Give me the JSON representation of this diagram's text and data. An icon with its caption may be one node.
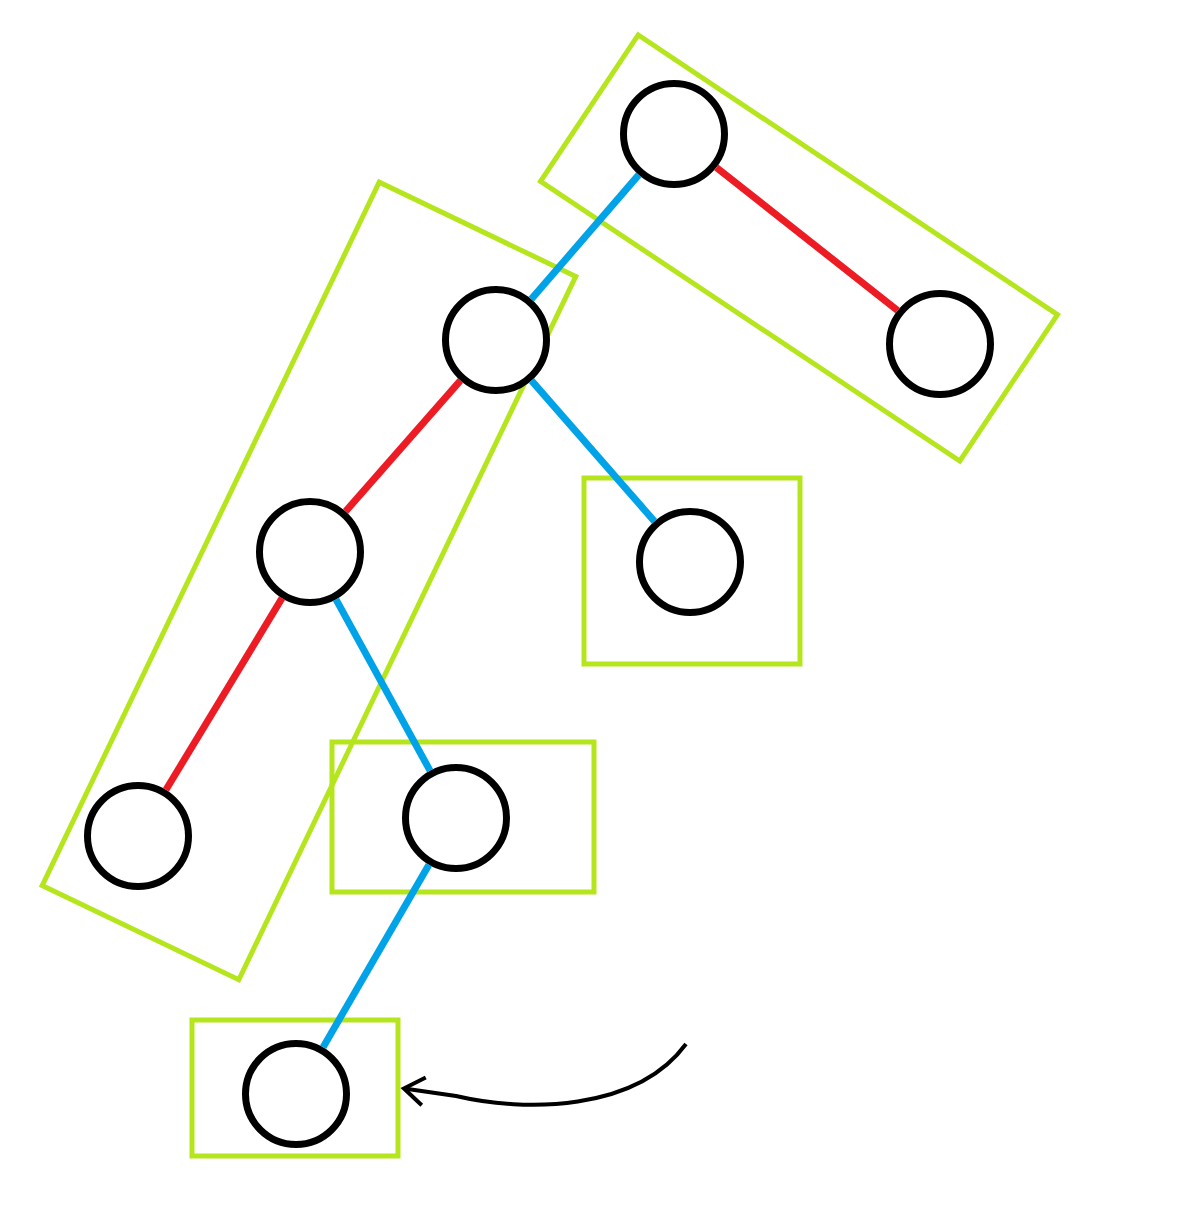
{
  "diagram": {
    "nodes": [
      {
        "text": [],
        "shape": "box"
      },
      {
        "text": [],
        "shape": "circle",
        "in": 0
      },
      {
        "text": [],
        "shape": "circle",
        "in": 0
      },
      {
        "text": [],
        "shape": "box"
      },
      {
        "text": [],
        "shape": "circle",
        "in": 3
      },
      {
        "text": [],
        "shape": "circle",
        "in": 3
      },
      {
        "text": [],
        "shape": "circle",
        "in": 3
      },
      {
        "text": [],
        "shape": "box"
      },
      {
        "text": [],
        "shape": "circle",
        "in": 7
      },
      {
        "text": [],
        "shape": "box"
      },
      {
        "text": [],
        "shape": "circle",
        "in": 9
      },
      {
        "text": [],
        "shape": "box"
      },
      {
        "text": [],
        "shape": "circle",
        "in": 11
      }
    ],
    "edges": [
      {
        "from": 1,
        "to": 4,
        "arrow": "none"
      },
      {
        "from": 1,
        "to": 2,
        "arrow": "none",
        "color": "#ed1c24"
      },
      {
        "from": 4,
        "to": 5,
        "arrow": "none",
        "color": "#ed1c24"
      },
      {
        "from": 4,
        "to": 8,
        "arrow": "none"
      },
      {
        "from": 5,
        "to": 6,
        "arrow": "none",
        "color": "#ed1c24"
      },
      {
        "from": 5,
        "to": 10,
        "arrow": "none"
      },
      {
        "from": 10,
        "to": 12,
        "arrow": "none"
      },
      {
        "from": null,
        "to": 11,
        "arrow": "to",
        "color": "#000000"
      }
    ]
  }
}
